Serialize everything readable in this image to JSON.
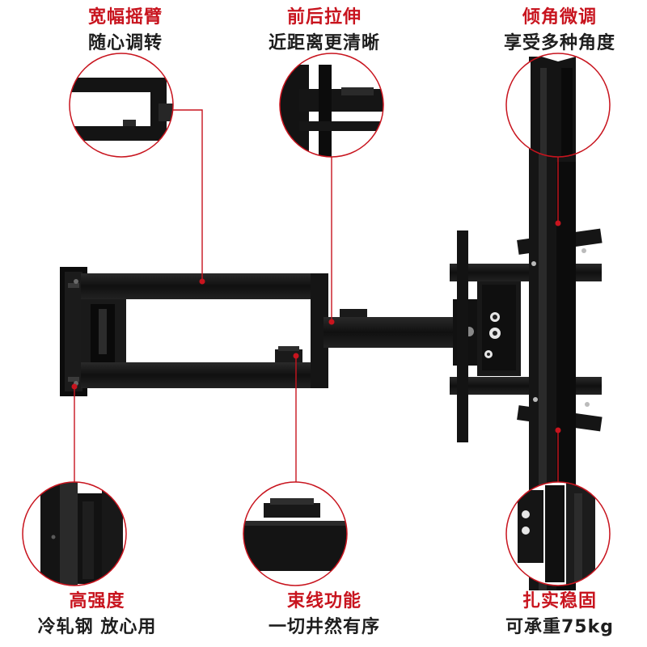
{
  "features": {
    "swing": {
      "title": "宽幅摇臂",
      "subtitle": "随心调转"
    },
    "extend": {
      "title": "前后拉伸",
      "subtitle": "近距离更清晰"
    },
    "tilt": {
      "title": "倾角微调",
      "subtitle": "享受多种角度"
    },
    "steel": {
      "title": "高强度",
      "subtitle": "冷轧钢 放心用"
    },
    "cable": {
      "title": "束线功能",
      "subtitle": "一切井然有序"
    },
    "load": {
      "title": "扎实稳固",
      "subtitle": "可承重75kg"
    }
  },
  "colors": {
    "accent_red": "#c8141e",
    "metal_black": "#141414",
    "text_dark": "#1e1e1e"
  }
}
